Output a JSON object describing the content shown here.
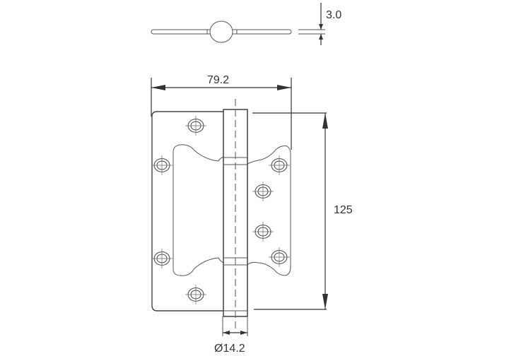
{
  "drawing": {
    "title": "Butterfly hinge technical drawing",
    "units": "mm",
    "dimensions": {
      "thickness": "3.0",
      "width": "79.2",
      "height": "125",
      "knuckle_diameter": "Ø14.2"
    },
    "screw_holes": {
      "left_leaf_count": 4,
      "right_leaf_count": 4
    },
    "colors": {
      "line": "#444444",
      "background": "#ffffff"
    }
  }
}
